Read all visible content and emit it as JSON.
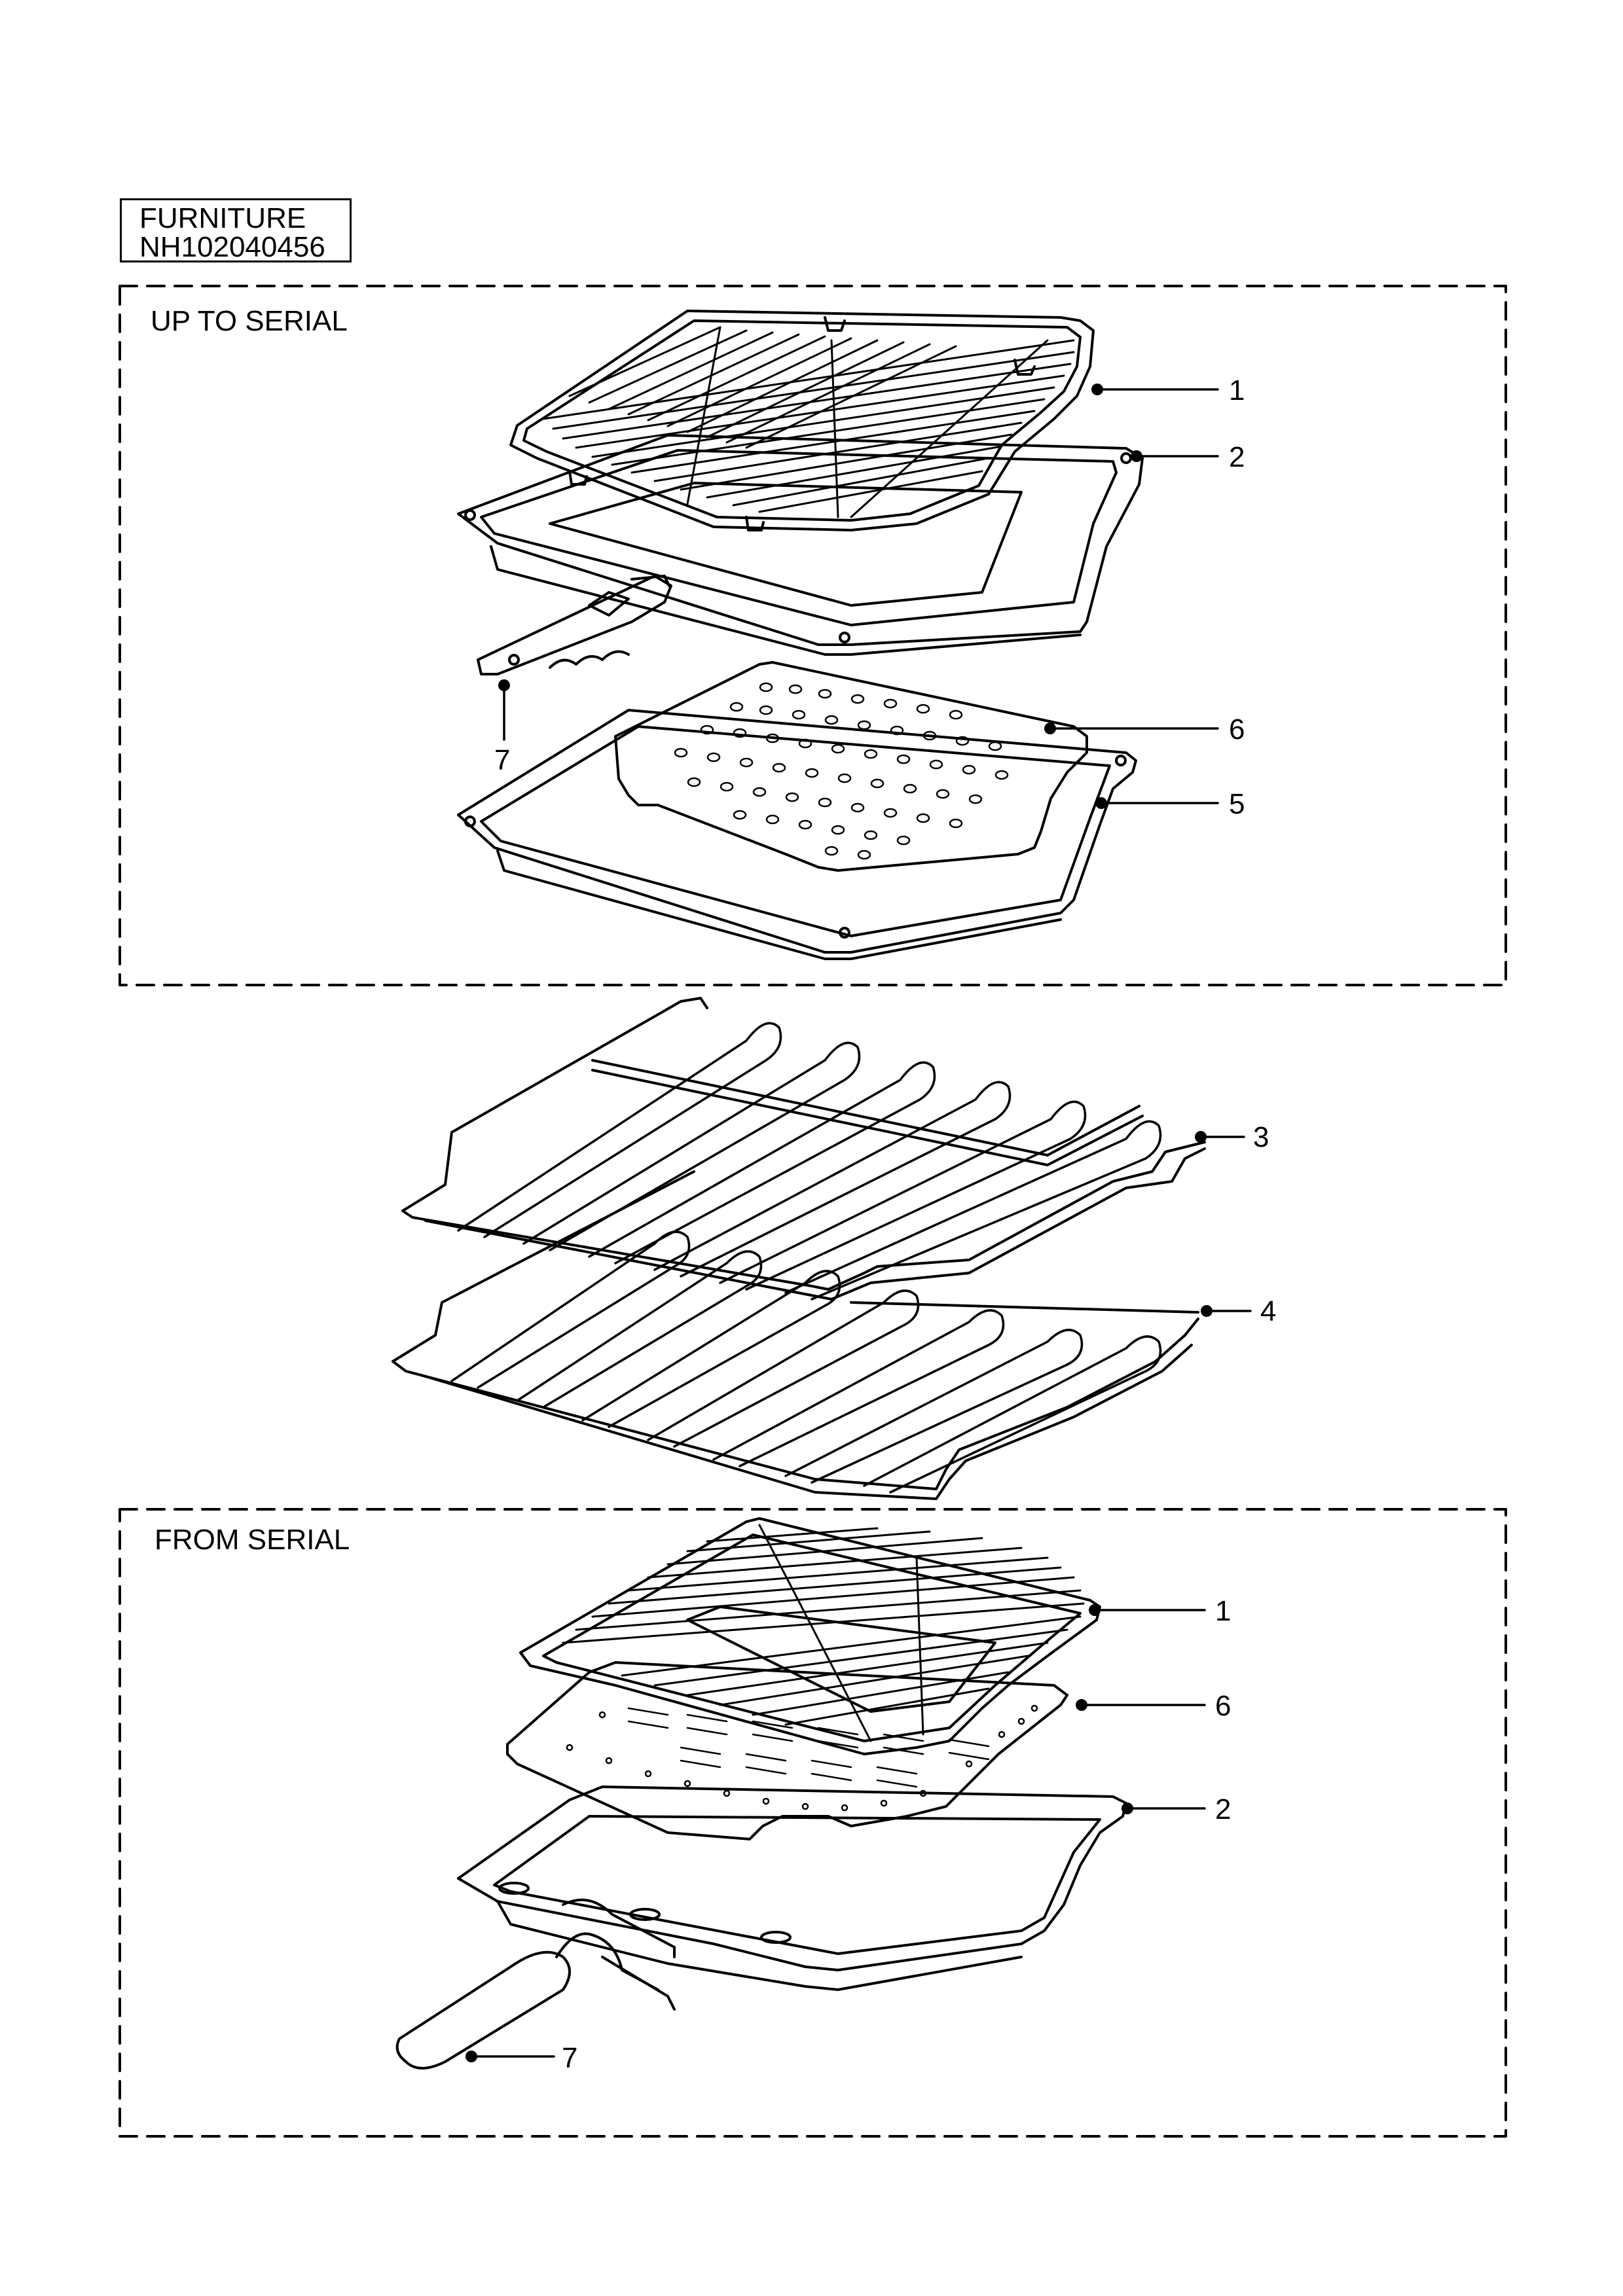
{
  "header": {
    "title": "FURNITURE",
    "code": "NH102040456"
  },
  "sections": {
    "upper": {
      "label": "UP TO SERIAL"
    },
    "lower": {
      "label": "FROM SERIAL"
    }
  },
  "callouts": {
    "upper": [
      "1",
      "2",
      "6",
      "5",
      "7"
    ],
    "middle": [
      "3",
      "4"
    ],
    "lower": [
      "1",
      "6",
      "2",
      "7"
    ]
  }
}
